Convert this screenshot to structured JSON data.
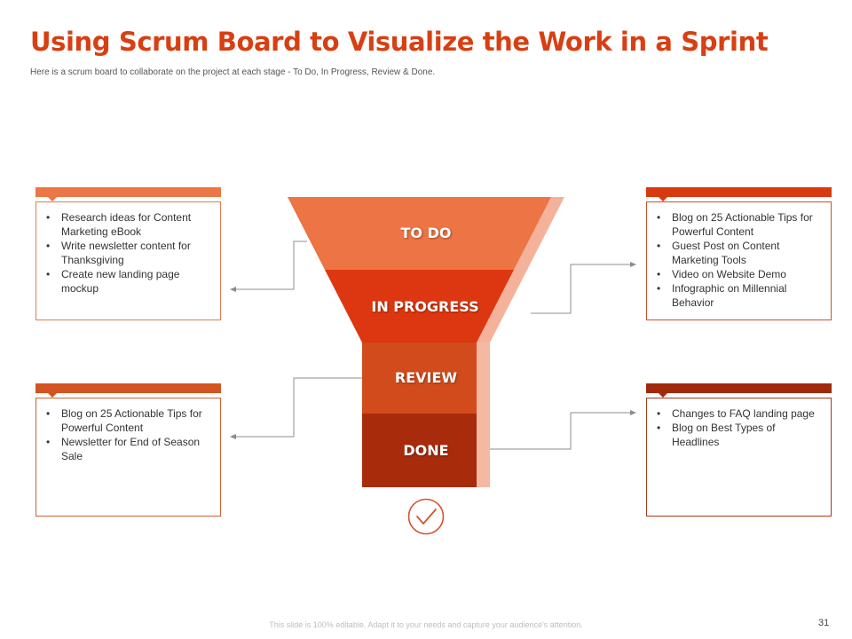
{
  "title": "Using Scrum Board to Visualize the Work in a Sprint",
  "subtitle": "Here is a scrum board to collaborate on the project at each stage - To Do, In Progress, Review & Done.",
  "stages": [
    {
      "label": "TO DO",
      "color": "#ec7445"
    },
    {
      "label": "IN PROGRESS",
      "color": "#dc3710"
    },
    {
      "label": "REVIEW",
      "color": "#d24b1d"
    },
    {
      "label": "DONE",
      "color": "#a82b0c"
    }
  ],
  "cards": {
    "todo": {
      "items": [
        "Research ideas for Content Marketing eBook",
        "Write newsletter content for Thanksgiving",
        "Create new landing page mockup"
      ]
    },
    "in_progress": {
      "items": [
        "Blog on 25 Actionable Tips for Powerful Content",
        "Guest Post on Content Marketing Tools",
        "Video on Website Demo",
        "Infographic  on Millennial Behavior"
      ]
    },
    "review": {
      "items": [
        "Blog on 25 Actionable Tips for Powerful Content",
        "Newsletter for End of Season Sale"
      ]
    },
    "done": {
      "items": [
        "Changes to FAQ landing page",
        "Blog on Best Types of Headlines"
      ]
    }
  },
  "icons": {
    "completion": "check-circle-icon"
  },
  "colors": {
    "title": "#d83f12",
    "funnel_shadow": "#f5b8a2",
    "check": "#d4532a"
  },
  "footer": "This slide is 100% editable. Adapt it to your needs and capture your audience's attention.",
  "page_number": "31"
}
